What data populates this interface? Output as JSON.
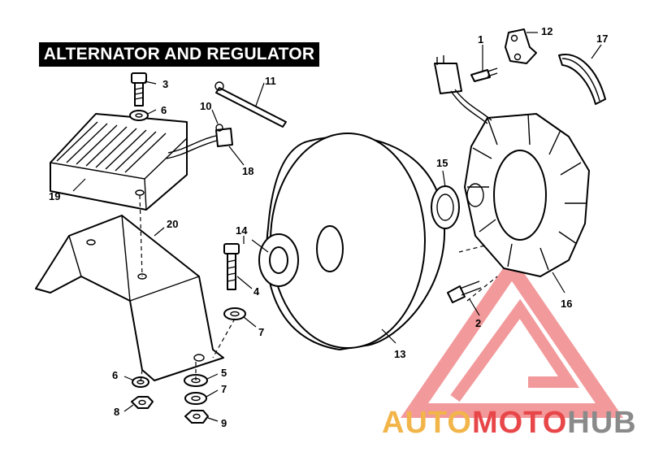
{
  "title": "ALTERNATOR AND REGULATOR",
  "callouts": [
    "1",
    "2",
    "3",
    "4",
    "5",
    "6",
    "6",
    "7",
    "7",
    "8",
    "9",
    "10",
    "11",
    "12",
    "13",
    "14",
    "15",
    "16",
    "17",
    "18",
    "19",
    "20"
  ],
  "watermark": {
    "part1": "AUTO",
    "part2": "MOTO",
    "part3": "HUB",
    "color_orange": "#f2b54a",
    "color_red": "#e8474a",
    "color_gray": "#8a8a8a"
  }
}
